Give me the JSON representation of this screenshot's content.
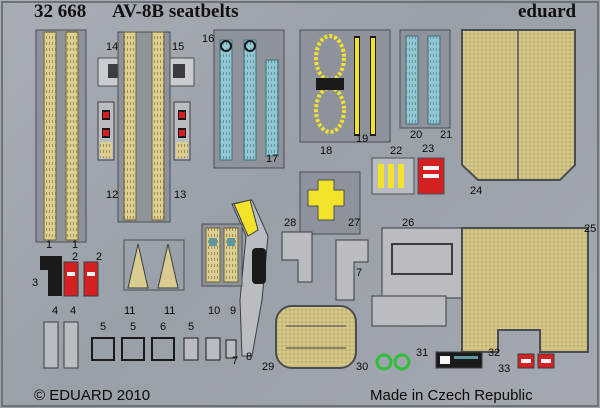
{
  "header": {
    "code": "32 668",
    "title": "AV-8B seatbelts",
    "brand": "eduard"
  },
  "footer": {
    "copyright": "© EDUARD 2010",
    "origin": "Made in Czech Republic"
  },
  "part_numbers": {
    "p1a": "1",
    "p1b": "1",
    "p2a": "2",
    "p2b": "2",
    "p3": "3",
    "p4a": "4",
    "p4b": "4",
    "p5a": "5",
    "p5b": "5",
    "p5c": "5",
    "p6": "6",
    "p7a": "7",
    "p7b": "7",
    "p8": "8",
    "p9": "9",
    "p10": "10",
    "p11a": "11",
    "p11b": "11",
    "p12": "12",
    "p13": "13",
    "p14": "14",
    "p15": "15",
    "p16": "16",
    "p17": "17",
    "p18": "18",
    "p19": "19",
    "p20": "20",
    "p21": "21",
    "p22": "22",
    "p23": "23",
    "p24": "24",
    "p25": "25",
    "p26": "26",
    "p27": "27",
    "p28": "28",
    "p29": "29",
    "p30": "30",
    "p31": "31",
    "p32": "32",
    "p33": "33"
  },
  "colors": {
    "fret": "#a3a8b0",
    "belt_tan": "#d8c98a",
    "belt_blue": "#8fc6cf",
    "accent_red": "#d42020",
    "accent_yellow": "#f2e22a",
    "accent_green": "#2fbf3a"
  }
}
